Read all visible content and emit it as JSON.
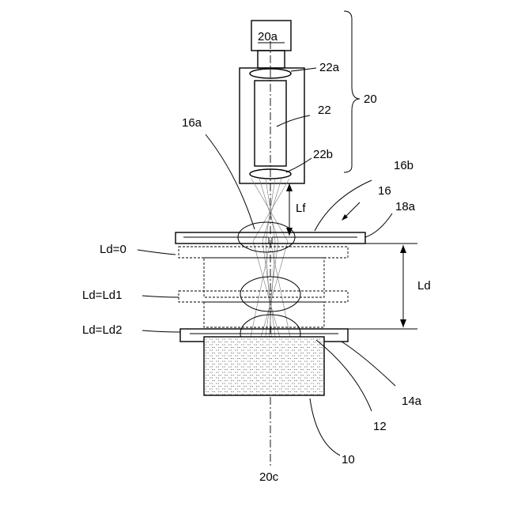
{
  "labels": {
    "camera": "20a",
    "lens_top": "22a",
    "lens_tube": "22",
    "lens_bottom": "22b",
    "assembly": "20",
    "aperture_a": "16a",
    "aperture_b": "16b",
    "plate": "16",
    "plate_edge": "18a",
    "focal_length": "Lf",
    "pos_zero": "Ld=0",
    "pos_ld1": "Ld=Ld1",
    "pos_ld2": "Ld=Ld2",
    "distance": "Ld",
    "frame_edge": "14a",
    "surface": "12",
    "container": "10",
    "axis": "20c"
  }
}
